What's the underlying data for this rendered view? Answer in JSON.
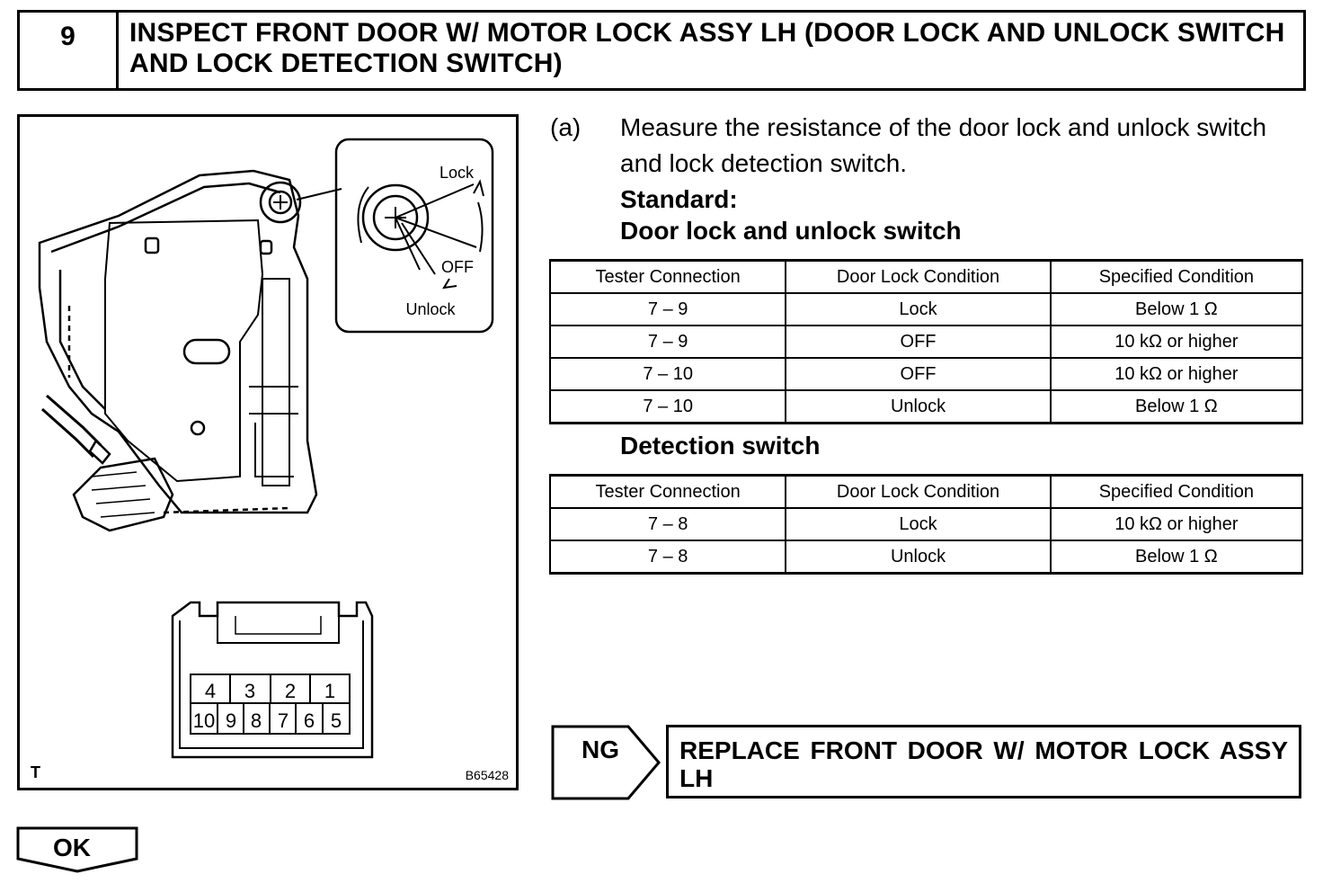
{
  "header": {
    "step_number": "9",
    "title": "INSPECT FRONT DOOR W/ MOTOR LOCK ASSY LH (DOOR LOCK AND UNLOCK SWITCH AND LOCK DETECTION SWITCH)"
  },
  "figure": {
    "callout_lock": "Lock",
    "callout_off": "OFF",
    "callout_unlock": "Unlock",
    "connector_pins_top": [
      "4",
      "3",
      "2",
      "1"
    ],
    "connector_pins_bottom": [
      "10",
      "9",
      "8",
      "7",
      "6",
      "5"
    ],
    "corner_mark": "T",
    "figure_code": "B65428"
  },
  "instruction": {
    "label": "(a)",
    "text": "Measure the resistance of the door lock and unlock switch and lock detection switch.",
    "standard": "Standard:",
    "sub1": "Door lock and unlock switch",
    "sub2": "Detection switch"
  },
  "table_headers": [
    "Tester Connection",
    "Door Lock Condition",
    "Specified Condition"
  ],
  "table1": [
    [
      "7 – 9",
      "Lock",
      "Below 1 Ω"
    ],
    [
      "7 – 9",
      "OFF",
      "10 kΩ or higher"
    ],
    [
      "7 – 10",
      "OFF",
      "10 kΩ or higher"
    ],
    [
      "7 – 10",
      "Unlock",
      "Below 1 Ω"
    ]
  ],
  "table2": [
    [
      "7 – 8",
      "Lock",
      "10 kΩ or higher"
    ],
    [
      "7 – 8",
      "Unlock",
      "Below 1 Ω"
    ]
  ],
  "ng": {
    "label": "NG",
    "result": "REPLACE FRONT DOOR W/ MOTOR LOCK ASSY LH"
  },
  "ok": {
    "label": "OK"
  }
}
